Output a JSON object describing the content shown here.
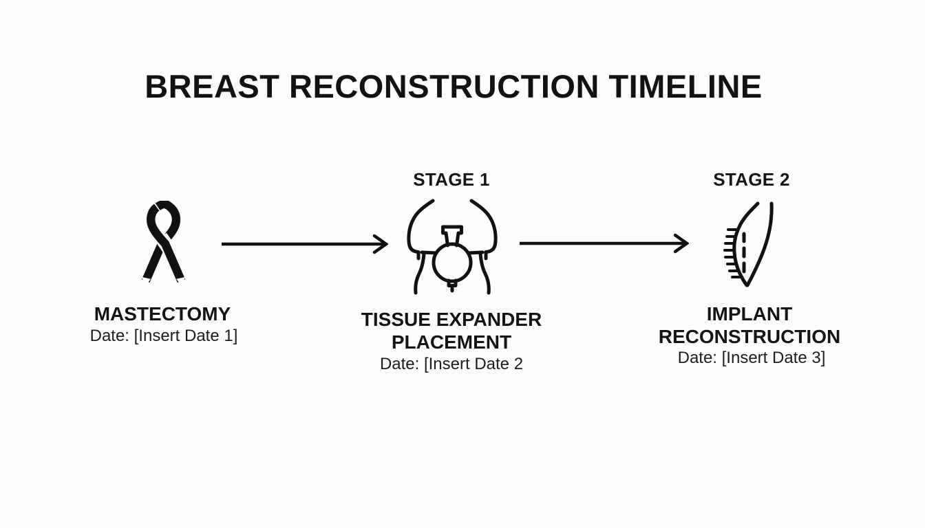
{
  "title": "BREAST RECONSTRUCTION TIMELINE",
  "colors": {
    "ink": "#141414",
    "icon_stroke": "#111111",
    "background": "#fdfdfe"
  },
  "stages": [
    {
      "stage_label": "",
      "icon": "awareness-ribbon-icon",
      "name": "MASTECTOMY",
      "date": "Date: [Insert Date 1]"
    },
    {
      "stage_label": "STAGE 1",
      "icon": "tissue-expander-torso-icon",
      "name": "TISSUE EXPANDER PLACEMENT",
      "date": "Date: [Insert Date 2"
    },
    {
      "stage_label": "STAGE 2",
      "icon": "breast-implant-profile-icon",
      "name": "IMPLANT RECONSTRUCTION",
      "date": "Date: [Insert Date 3]"
    }
  ],
  "arrows": [
    {
      "icon": "arrow-right-icon"
    },
    {
      "icon": "arrow-right-icon"
    }
  ]
}
